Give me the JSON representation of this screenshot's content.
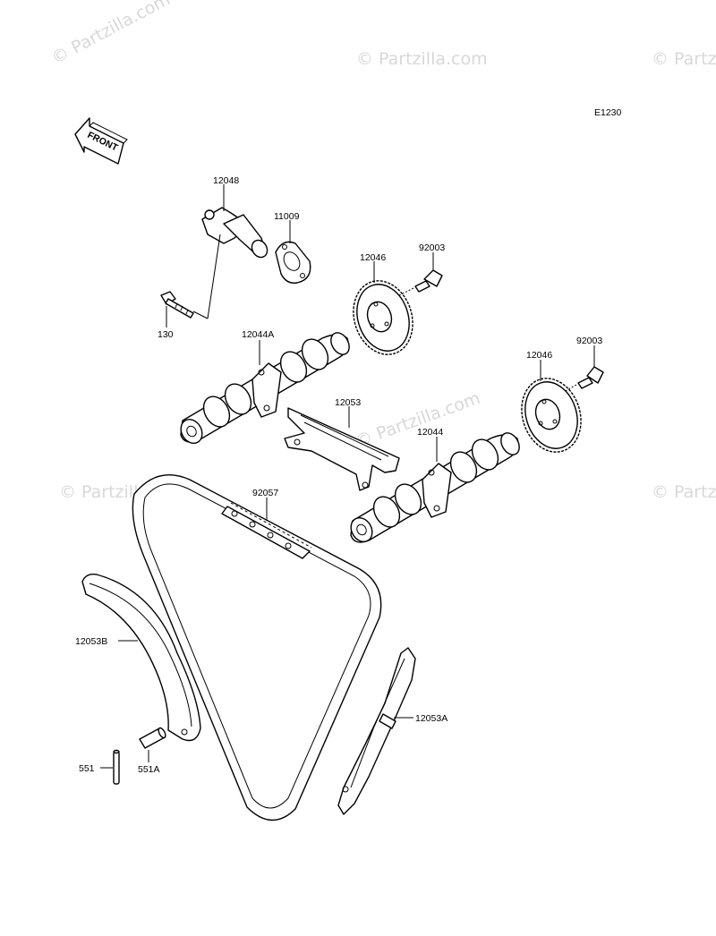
{
  "watermarks": [
    "© Partzilla.com",
    "© Partzilla.com",
    "© Partzilla.com",
    "© Partzilla.com",
    "© Partzilla.com",
    "© Partzilla.com"
  ],
  "diagram_code": "E1230",
  "front_label": "FRONT",
  "callouts": {
    "tensioner": "12048",
    "gasket": "11009",
    "bolt_130": "130",
    "sprocket_upper": "12046",
    "sprocket_lower": "12046",
    "sprocket_bolt_upper": "92003",
    "sprocket_bolt_lower": "92003",
    "camshaft_a": "12044A",
    "camshaft": "12044",
    "guide_upper": "12053",
    "chain": "92057",
    "guide_b": "12053B",
    "guide_a": "12053A",
    "pin_551": "551",
    "pin_551a": "551A"
  }
}
